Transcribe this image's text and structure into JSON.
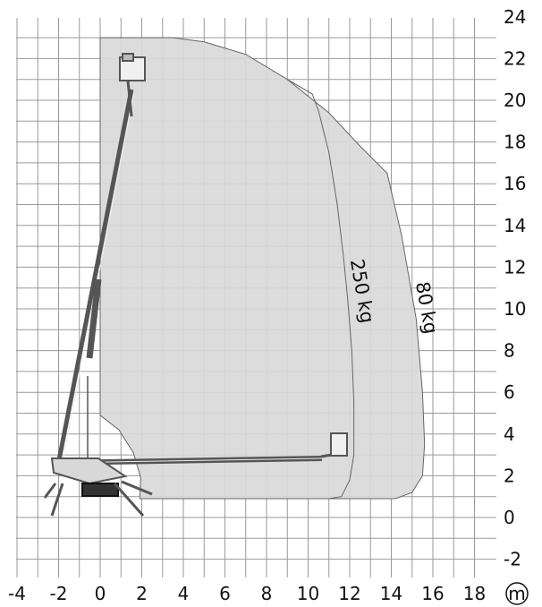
{
  "chart_data": {
    "type": "working-range-diagram",
    "x_ticks": [
      "-4",
      "-2",
      "0",
      "2",
      "4",
      "6",
      "8",
      "10",
      "12",
      "14",
      "16",
      "18"
    ],
    "y_ticks": [
      "24",
      "22",
      "20",
      "18",
      "16",
      "14",
      "12",
      "10",
      "8",
      "6",
      "4",
      "2",
      "0",
      "-2"
    ],
    "unit_label": "m",
    "xlim": [
      -4,
      19
    ],
    "ylim": [
      -2.5,
      24
    ],
    "grid": true,
    "load_zones": [
      {
        "label": "80 kg",
        "label_pos": [
          15.4,
          10.0
        ],
        "outline": [
          [
            0,
            20.3
          ],
          [
            0,
            23
          ],
          [
            3.5,
            23
          ],
          [
            5,
            22.8
          ],
          [
            7,
            22.2
          ],
          [
            9,
            21
          ],
          [
            11,
            19.4
          ],
          [
            12.5,
            17.8
          ],
          [
            13.8,
            16.5
          ],
          [
            14.5,
            13.5
          ],
          [
            15.2,
            9.5
          ],
          [
            15.5,
            6
          ],
          [
            15.6,
            3.5
          ],
          [
            15.5,
            2
          ],
          [
            15,
            1.2
          ],
          [
            14.2,
            0.9
          ],
          [
            1.9,
            0.9
          ],
          [
            1.95,
            1.9
          ],
          [
            1.6,
            3.1
          ],
          [
            0.9,
            4.2
          ],
          [
            0,
            4.9
          ]
        ]
      },
      {
        "label": "250 kg",
        "label_pos": [
          12.3,
          10.8
        ],
        "outline": [
          [
            9,
            21
          ],
          [
            10.2,
            20.3
          ],
          [
            10.5,
            19.5
          ],
          [
            11,
            17.5
          ],
          [
            11.4,
            15
          ],
          [
            11.7,
            12.5
          ],
          [
            11.9,
            10.5
          ],
          [
            12.1,
            8
          ],
          [
            12.2,
            5.5
          ],
          [
            12.2,
            3
          ],
          [
            12,
            1.8
          ],
          [
            11.6,
            1.0
          ],
          [
            11,
            0.9
          ]
        ]
      }
    ],
    "colors": {
      "zone_fill": "#d9d9d9",
      "zone_stroke": "#666666",
      "grid": "#9a9a9a",
      "machine": "#555555"
    }
  }
}
